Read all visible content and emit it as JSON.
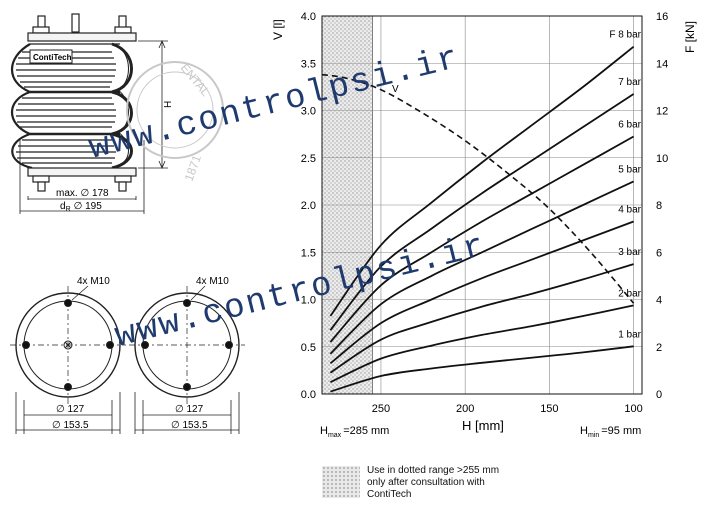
{
  "chart_data": {
    "type": "line",
    "xlabel": "H [mm]",
    "ylabel_left": "V [l]",
    "ylabel_right": "F [kN]",
    "x_ticks": [
      "250",
      "200",
      "150",
      "100"
    ],
    "x_tick_values": [
      250,
      200,
      150,
      100
    ],
    "xlim": [
      285,
      95
    ],
    "y_left_ticks": [
      "0.0",
      "0.5",
      "1.0",
      "1.5",
      "2.0",
      "2.5",
      "3.0",
      "3.5",
      "4.0"
    ],
    "y_left_lim": [
      0,
      4
    ],
    "y_right_ticks": [
      "0",
      "2",
      "4",
      "6",
      "8",
      "10",
      "12",
      "14",
      "16"
    ],
    "y_right_lim": [
      0,
      16
    ],
    "h_max_label": "H",
    "h_max_sub": "max",
    "h_max_value": "=285 mm",
    "h_min_label": "H",
    "h_min_sub": "min",
    "h_min_value": "=95 mm",
    "volume_label": "V",
    "volume_curve": {
      "axis": "left",
      "style": "dashed",
      "x": [
        285,
        270,
        250,
        225,
        200,
        175,
        150,
        125,
        100
      ],
      "y": [
        3.38,
        3.34,
        3.22,
        2.97,
        2.68,
        2.34,
        1.96,
        1.49,
        0.96
      ]
    },
    "series": [
      {
        "name": "1 bar",
        "x": [
          280,
          250,
          220,
          190,
          160,
          130,
          100
        ],
        "y": [
          0.1,
          0.76,
          1.08,
          1.32,
          1.54,
          1.76,
          2.02
        ]
      },
      {
        "name": "2 bar",
        "x": [
          280,
          250,
          220,
          190,
          160,
          130,
          100
        ],
        "y": [
          0.5,
          1.5,
          2.05,
          2.5,
          2.88,
          3.3,
          3.75
        ]
      },
      {
        "name": "3 bar",
        "x": [
          280,
          250,
          220,
          190,
          160,
          130,
          100
        ],
        "y": [
          0.9,
          2.3,
          3.05,
          3.7,
          4.25,
          4.85,
          5.5
        ]
      },
      {
        "name": "4 bar",
        "x": [
          280,
          250,
          220,
          190,
          160,
          130,
          100
        ],
        "y": [
          1.3,
          3.0,
          4.0,
          4.9,
          5.7,
          6.5,
          7.3
        ]
      },
      {
        "name": "5 bar",
        "x": [
          280,
          250,
          220,
          190,
          160,
          130,
          100
        ],
        "y": [
          1.7,
          3.8,
          5.0,
          6.0,
          7.0,
          8.0,
          9.0
        ]
      },
      {
        "name": "6 bar",
        "x": [
          280,
          250,
          220,
          190,
          160,
          130,
          100
        ],
        "y": [
          2.2,
          4.6,
          6.0,
          7.3,
          8.5,
          9.7,
          10.9
        ]
      },
      {
        "name": "7 bar",
        "x": [
          280,
          250,
          220,
          190,
          160,
          130,
          100
        ],
        "y": [
          2.7,
          5.4,
          7.0,
          8.5,
          9.9,
          11.3,
          12.7
        ]
      },
      {
        "name": "8 bar",
        "x": [
          280,
          250,
          220,
          190,
          160,
          130,
          100
        ],
        "y": [
          3.3,
          6.3,
          8.1,
          9.8,
          11.4,
          13.0,
          14.7
        ]
      }
    ],
    "series_labels": [
      "1 bar",
      "2 bar",
      "3 bar",
      "4 bar",
      "5 bar",
      "6 bar",
      "7 bar",
      "F 8 bar"
    ],
    "dotted_range": {
      "x_from": 285,
      "x_to": 255
    },
    "note": [
      "Use in dotted range >255 mm",
      "only after consultation with",
      "ContiTech"
    ]
  },
  "drawing": {
    "brand": "ContiTech",
    "height_label": "H",
    "max_diameter": "max. ∅ 178",
    "dr_label": "d",
    "dr_sub": "R",
    "dr_value": "∅ 195",
    "seal_text_1": "ENTAL",
    "seal_text_2": "1871",
    "bottom_left_thread": "4x M10",
    "bottom_left_inner": "∅ 127",
    "bottom_left_outer": "∅ 153.5",
    "bottom_right_thread": "4x M10",
    "bottom_right_inner": "∅ 127",
    "bottom_right_outer": "∅ 153.5"
  },
  "watermark": {
    "line_1": "www.controlpsi.ir",
    "line_2": "www.controlpsi.ir",
    "color": "#1f3a6e"
  }
}
